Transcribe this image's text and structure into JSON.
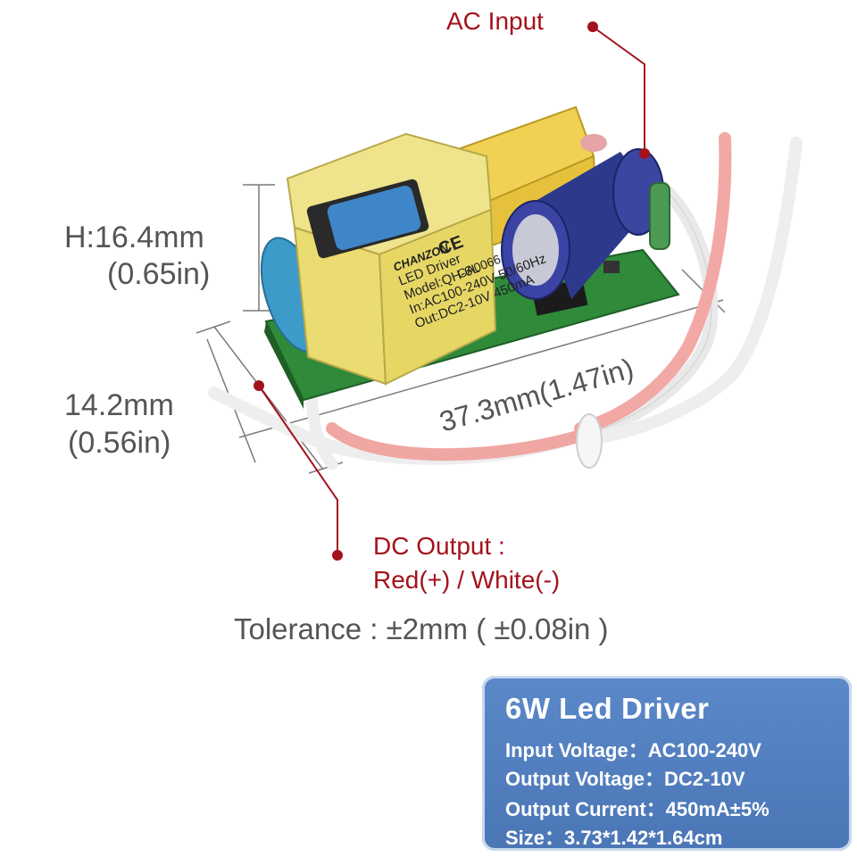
{
  "callouts": {
    "ac_input": "AC Input",
    "dc_output_line1": "DC Output :",
    "dc_output_line2": "Red(+) / White(-)"
  },
  "dimensions": {
    "height_mm": "H:16.4mm",
    "height_in": "(0.65in)",
    "width_mm": "14.2mm",
    "width_in": "(0.56in)",
    "length": "37.3mm(1.47in)"
  },
  "tolerance": "Tolerance : ±2mm ( ±0.08in )",
  "board_label": {
    "brand": "CHANZON",
    "lines": [
      "LED Driver",
      "Model:QH-6L",
      "In:AC100-240V 50/60Hz",
      "Out:DC2-10V 450mA"
    ],
    "code": "CA0066",
    "ce": "CE"
  },
  "spec_panel": {
    "title": "6W Led Driver",
    "rows": [
      {
        "label": "Input Voltage：",
        "value": "AC100-240V"
      },
      {
        "label": "Output Voltage：",
        "value": "DC2-10V"
      },
      {
        "label": "Output Current：",
        "value": "450mA±5%"
      },
      {
        "label": "Size：",
        "value": "3.73*1.42*1.64cm"
      }
    ]
  },
  "colors": {
    "callout_red": "#a3121c",
    "panel_blue": "#4f7cbd",
    "pcb_green": "#2f8a3a",
    "transformer_yellow": "#e9de6a",
    "capacitor_blue": "#2d3a8c"
  }
}
